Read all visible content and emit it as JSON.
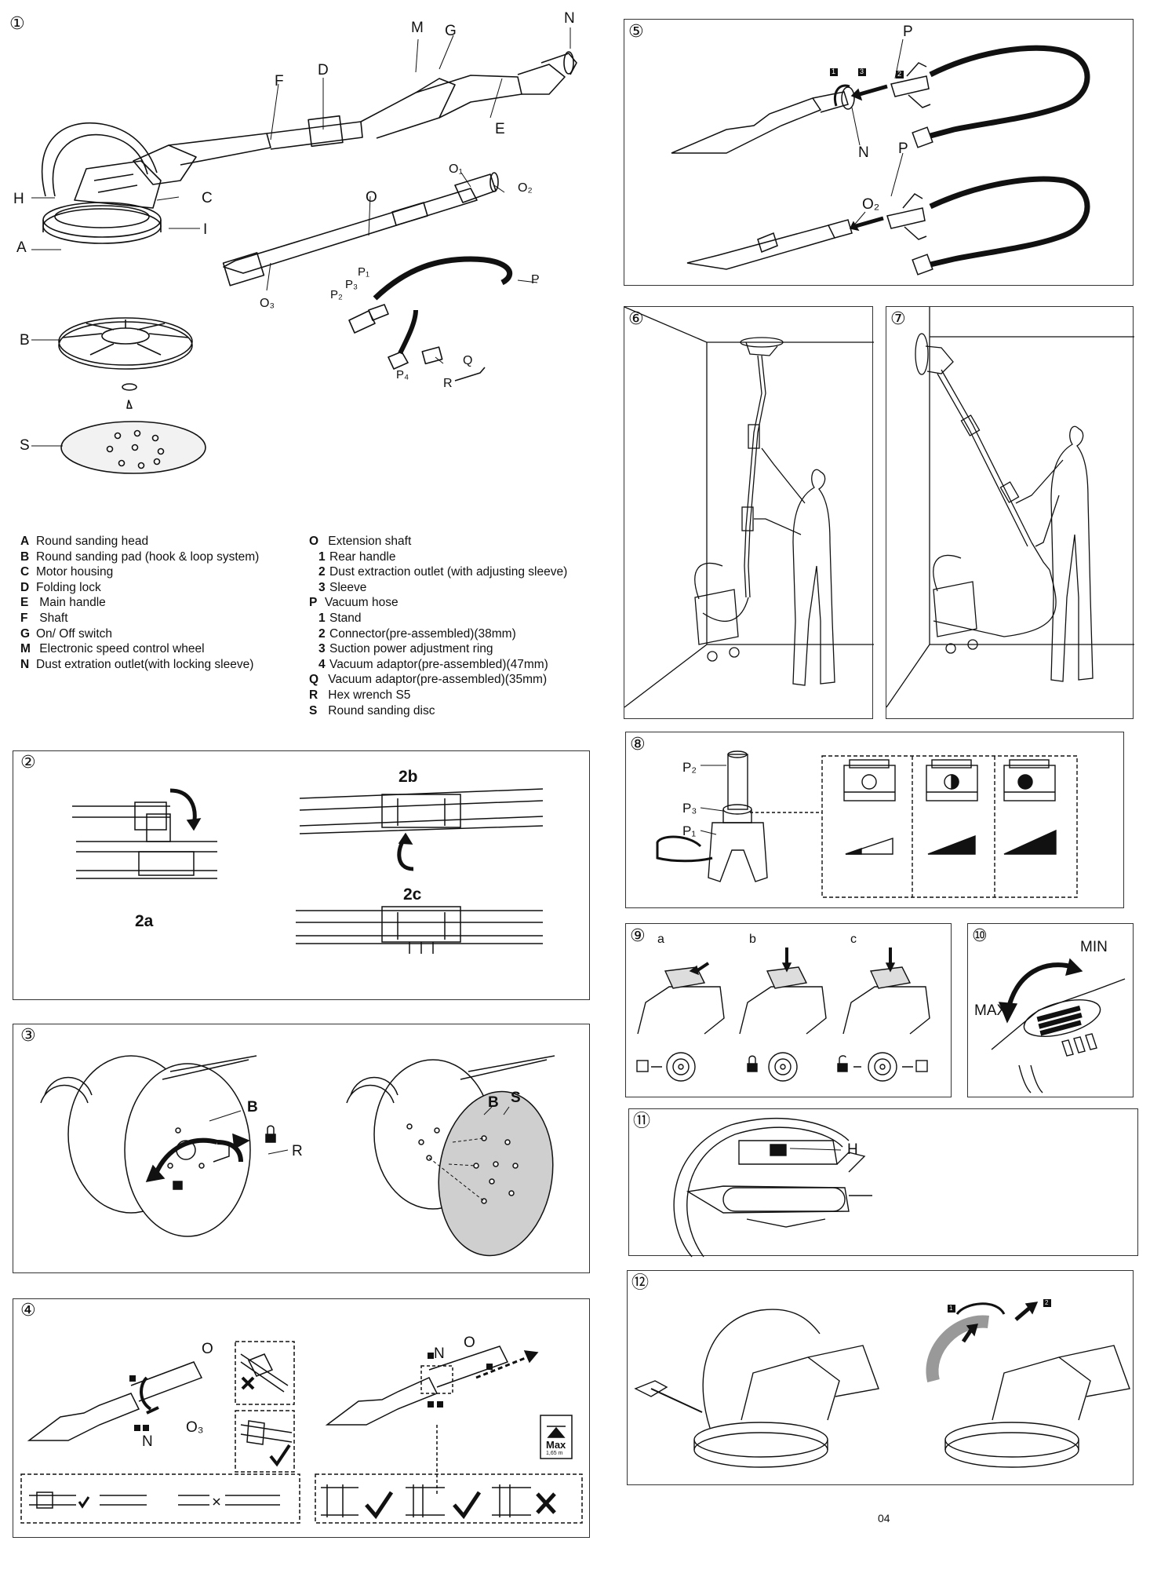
{
  "figures": {
    "fig1": {
      "number": "①",
      "callouts": {
        "A": "A",
        "B": "B",
        "C": "C",
        "D": "D",
        "E": "E",
        "F": "F",
        "G": "G",
        "H": "H",
        "I": "I",
        "M": "M",
        "N": "N",
        "O": "O",
        "O1": "O₁",
        "O2": "O₂",
        "O3": "O₃",
        "P": "P",
        "P1": "P₁",
        "P2": "P₂",
        "P3": "P₃",
        "P4": "P₄",
        "Q": "Q",
        "R": "R",
        "S": "S"
      }
    },
    "fig2": {
      "number": "②",
      "label_2a": "2a",
      "label_2b": "2b",
      "label_2c": "2c"
    },
    "fig3": {
      "number": "③",
      "B": "B",
      "R": "R",
      "S": "S"
    },
    "fig4": {
      "number": "④",
      "O": "O",
      "N": "N",
      "O3": "O₃",
      "max_label": "Max",
      "max_value": "1,65 m"
    },
    "fig5": {
      "number": "⑤",
      "P": "P",
      "N": "N",
      "O2": "O₂",
      "step1": "1",
      "step2": "2",
      "step3": "3"
    },
    "fig6": {
      "number": "⑥"
    },
    "fig7": {
      "number": "⑦"
    },
    "fig8": {
      "number": "⑧",
      "P2": "P₂",
      "P3": "P₃",
      "P1": "P₁"
    },
    "fig9": {
      "number": "⑨",
      "a": "a",
      "b": "b",
      "c": "c"
    },
    "fig10": {
      "number": "⑩",
      "min": "MIN",
      "max": "MAX"
    },
    "fig11": {
      "number": "⑪",
      "H": "H"
    },
    "fig12": {
      "number": "⑫",
      "step1": "1",
      "step2": "2"
    }
  },
  "legend_left": [
    {
      "key": "A",
      "text": "Round sanding head"
    },
    {
      "key": "B",
      "text": "Round sanding pad (hook & loop system)"
    },
    {
      "key": "C",
      "text": "Motor housing"
    },
    {
      "key": "D",
      "text": "Folding lock"
    },
    {
      "key": "E",
      "text": " Main handle"
    },
    {
      "key": "F",
      "text": " Shaft"
    },
    {
      "key": "G",
      "text": "On/ Off switch"
    },
    {
      "key": "M",
      "text": " Electronic speed control wheel"
    },
    {
      "key": "N",
      "text": "Dust extration outlet(with locking sleeve)"
    }
  ],
  "legend_right": [
    {
      "key": "O",
      "text": " Extension shaft",
      "sub": false
    },
    {
      "key": "1",
      "text": "Rear handle",
      "sub": true
    },
    {
      "key": "2",
      "text": "Dust extraction outlet (with adjusting sleeve)",
      "sub": true
    },
    {
      "key": "3",
      "text": "Sleeve",
      "sub": true
    },
    {
      "key": "P",
      "text": "Vacuum hose",
      "sub": false
    },
    {
      "key": "1",
      "text": "Stand",
      "sub": true
    },
    {
      "key": "2",
      "text": "Connector(pre-assembled)(38mm)",
      "sub": true
    },
    {
      "key": "3",
      "text": "Suction power adjustment ring",
      "sub": true
    },
    {
      "key": "4",
      "text": "Vacuum adaptor(pre-assembled)(47mm)",
      "sub": true
    },
    {
      "key": "Q",
      "text": " Vacuum adaptor(pre-assembled)(35mm)",
      "sub": false
    },
    {
      "key": "R",
      "text": " Hex wrench S5",
      "sub": false
    },
    {
      "key": "S",
      "text": "  Round sanding disc",
      "sub": false
    }
  ],
  "page_number": "04"
}
